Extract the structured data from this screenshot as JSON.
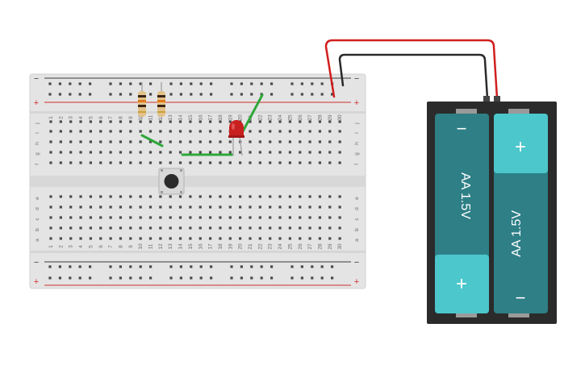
{
  "colors": {
    "breadboard": "#e4e4e4",
    "breadboard_edge": "#cfcfcf",
    "rail_red": "#d0312d",
    "rail_blue": "#3a3a3a",
    "hole": "#4a4a4a",
    "wire_green": "#2fa83a",
    "wire_red": "#d01f1f",
    "wire_black": "#2a2a2a",
    "battery_case": "#2b2b2b",
    "battery_body": "#2e7f86",
    "battery_cap": "#4cc7cc",
    "led": "#c8201f",
    "resistor_body": "#e2c18a"
  },
  "breadboard": {
    "rail_plus": "+",
    "rail_minus": "−",
    "row_letters_top": [
      "j",
      "i",
      "h",
      "g",
      "f"
    ],
    "row_letters_bottom": [
      "e",
      "d",
      "c",
      "b",
      "a"
    ],
    "column_numbers": [
      "1",
      "2",
      "3",
      "4",
      "5",
      "6",
      "7",
      "8",
      "9",
      "10",
      "11",
      "12",
      "13",
      "14",
      "15",
      "16",
      "17",
      "18",
      "19",
      "20",
      "21",
      "22",
      "23",
      "24",
      "25",
      "26",
      "27",
      "28",
      "29",
      "30"
    ]
  },
  "battery": {
    "cell_left_label": "AA 1.5V",
    "cell_right_label": "AA 1.5V",
    "plus": "+",
    "minus": "−"
  },
  "components": [
    "resistor",
    "resistor",
    "led",
    "pushbutton",
    "battery-pack"
  ]
}
